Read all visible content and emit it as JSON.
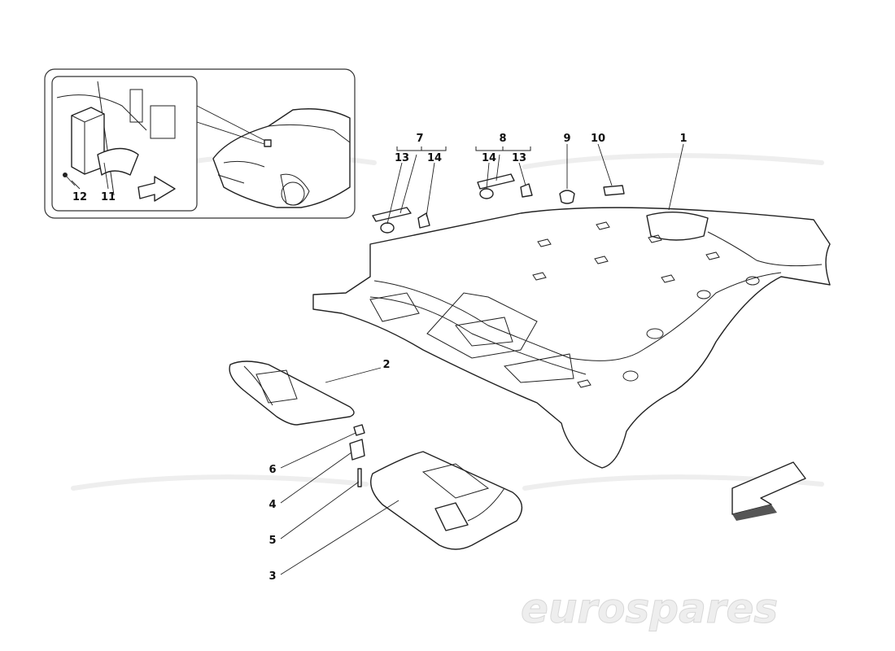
{
  "watermark": "eurospares",
  "callouts": {
    "c1": "1",
    "c2": "2",
    "c3": "3",
    "c4": "4",
    "c5": "5",
    "c6": "6",
    "c7": "7",
    "c8": "8",
    "c9": "9",
    "c10": "10",
    "c11": "11",
    "c12": "12",
    "c13a": "13",
    "c14a": "14",
    "c14b": "14",
    "c13b": "13"
  }
}
